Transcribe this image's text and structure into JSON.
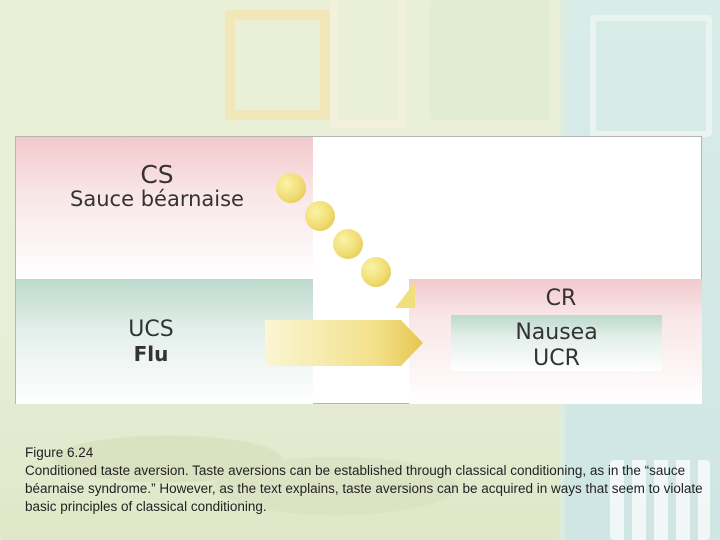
{
  "diagram": {
    "cs_title": "CS",
    "cs_stimulus": "Sauce béarnaise",
    "ucs_title": "UCS",
    "ucs_stimulus": "Flu",
    "cr_title": "CR",
    "response": "Nausea",
    "ucr_title": "UCR",
    "colors": {
      "cs_band": "#f2c9cd",
      "ucs_band": "#bcd9cc",
      "dots": "#f0dc72",
      "arrow": "#f2df84"
    }
  },
  "caption": {
    "title": "Figure 6.24",
    "text": "Conditioned taste aversion. Taste aversions can be established through classical conditioning, as in the “sauce béarnaise syndrome.” However, as the text explains, taste aversions can be acquired in ways that seem to violate basic principles of classical conditioning."
  }
}
